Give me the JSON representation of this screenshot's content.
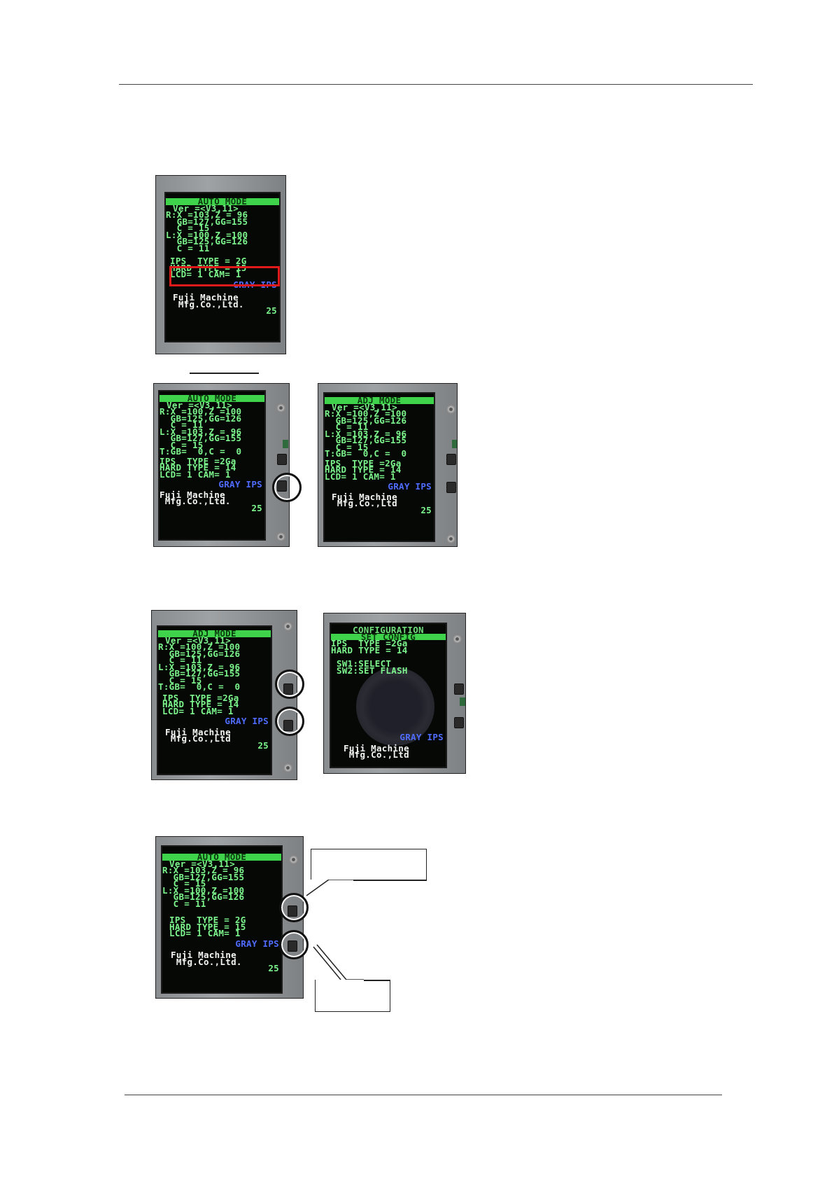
{
  "photo1": {
    "header": "AUTO MODE",
    "lines": [
      "Ver =<V3.11>",
      "R:X =103,Z = 96",
      "  GB=127,GG=155",
      "  C = 15",
      "L:X =100,Z =100",
      "  GB=125,GG=126",
      "  C = 11"
    ],
    "type_lines": [
      "IPS  TYPE = 2G",
      "HARD TYPE = 15",
      "LCD= 1 CAM= 1"
    ],
    "mode_label": "GRAY IPS",
    "maker_line1": "Fuji Machine",
    "maker_line2": " Mfg.Co.,Ltd.",
    "number": "25"
  },
  "photo2": {
    "header": "AUTO MODE",
    "lines": [
      "Ver =<V3.11>",
      "R:X =100,Z =100",
      "  GB=125,GG=126",
      "  C = 11",
      "L:X =103,Z = 96",
      "  GB=127,GG=155",
      "  C = 15",
      "T:GB=  0,C =  0"
    ],
    "type_lines": [
      "IPS  TYPE =2Ga",
      "HARD TYPE = 14",
      "LCD= 1 CAM= 1"
    ],
    "mode_label": "GRAY IPS",
    "maker_line1": "Fuji Machine",
    "maker_line2": " Mfg.Co.,Ltd.",
    "number": "25"
  },
  "photo3": {
    "header": "ADJ MODE",
    "lines": [
      "Ver =<V3.11>",
      "R:X =100,Z =100",
      "  GB=125,GG=126",
      "  C = 11",
      "L:X =103,Z = 96",
      "  GB=127,GG=155",
      "  C = 15",
      "T:GB=  0,C =  0"
    ],
    "type_lines": [
      "IPS  TYPE =2Ga",
      "HARD TYPE = 14",
      "LCD= 1 CAM= 1"
    ],
    "mode_label": "GRAY IPS",
    "maker_line1": "Fuji Machine",
    "maker_line2": " Mfg.Co.,Ltd",
    "number": "25"
  },
  "photo4": {
    "header": "ADJ MODE",
    "lines": [
      "Ver =<V3.11>",
      "R:X =100,Z =100",
      "  GB=125,GG=126",
      "  C = 11",
      "L:X =103,Z = 96",
      "  GB=127,GG=155",
      "  C = 15",
      "T:GB=  0,C =  0"
    ],
    "type_lines": [
      "IPS  TYPE =2Ga",
      "HARD TYPE = 14",
      "LCD= 1 CAM= 1"
    ],
    "mode_label": "GRAY IPS",
    "maker_line1": "Fuji Machine",
    "maker_line2": " Mfg.Co.,Ltd",
    "number": "25"
  },
  "photo5": {
    "title1": "CONFIGURATION",
    "header": "SET CONFIG",
    "type_lines": [
      "IPS  TYPE =2Ga",
      "HARD TYPE = 14"
    ],
    "sw_lines": [
      "SW1:SELECT",
      "SW2:SET FLASH"
    ],
    "mode_label": "GRAY IPS",
    "maker_line1": "Fuji Machine",
    "maker_line2": " Mfg.Co.,Ltd"
  },
  "photo6": {
    "header": "AUTO MODE",
    "lines": [
      "Ver =<V3.11>",
      "R:X =103,Z = 96",
      "  GB=127,GG=155",
      "  C = 15",
      "L:X =100,Z =100",
      "  GB=125,GG=126",
      "  C = 11"
    ],
    "type_lines": [
      "IPS  TYPE = 2G",
      "HARD TYPE = 15",
      "LCD= 1 CAM= 1"
    ],
    "mode_label": "GRAY IPS",
    "maker_line1": "Fuji Machine",
    "maker_line2": " Mfg.Co.,Ltd.",
    "number": "25"
  }
}
